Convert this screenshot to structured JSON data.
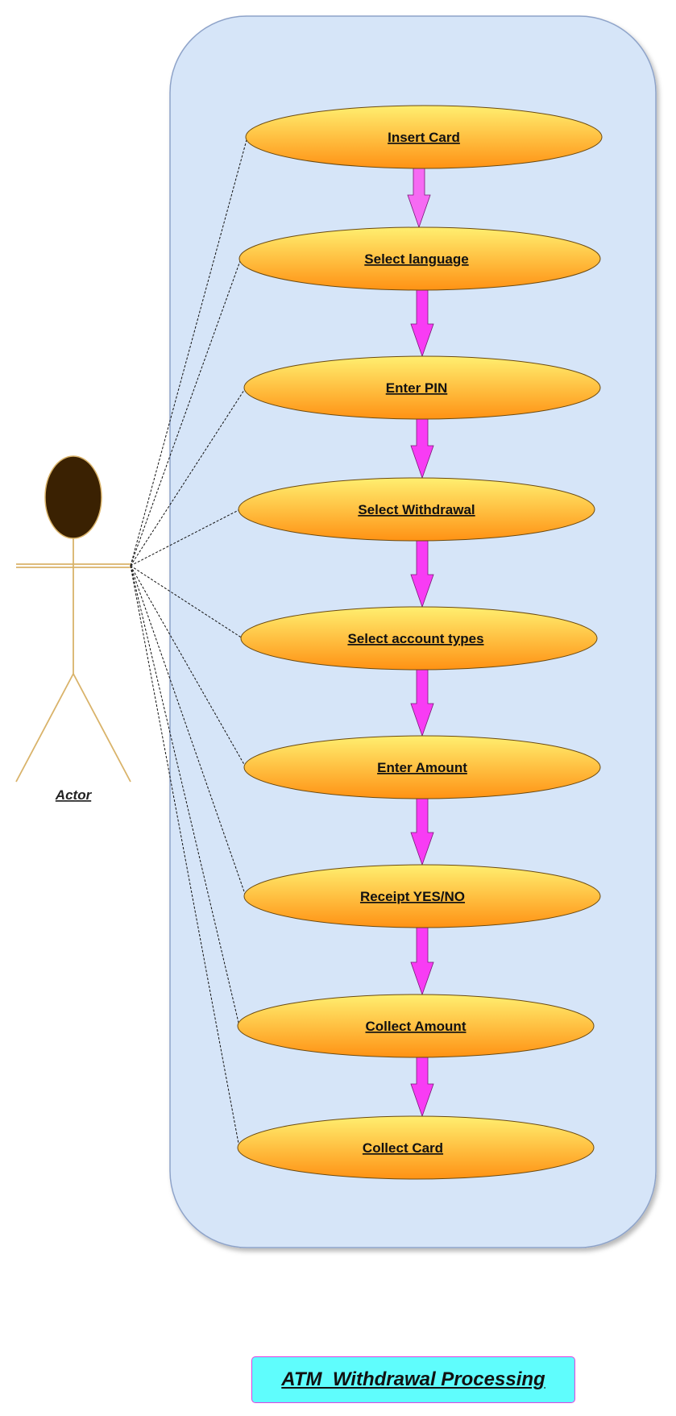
{
  "title": "ATM  Withdrawal Processing",
  "actor": {
    "label": "Actor"
  },
  "use_cases": [
    "Insert Card",
    "Select language ",
    "Enter PIN",
    "Select Withdrawal",
    "Select account types ",
    "Enter Amount",
    "Receipt YES/NO",
    "Collect Amount",
    "Collect Card"
  ],
  "colors": {
    "system_boundary_fill": "#d6e5f8",
    "system_boundary_stroke": "#8ea3c9",
    "use_case_top": "#ffef70",
    "use_case_bottom": "#ff9214",
    "flow_arrow": "#f83cf4",
    "actor_head": "#3a2102",
    "actor_body": "#d9b36a",
    "title_box": "#5ffdfd",
    "title_border": "#e040e0"
  }
}
